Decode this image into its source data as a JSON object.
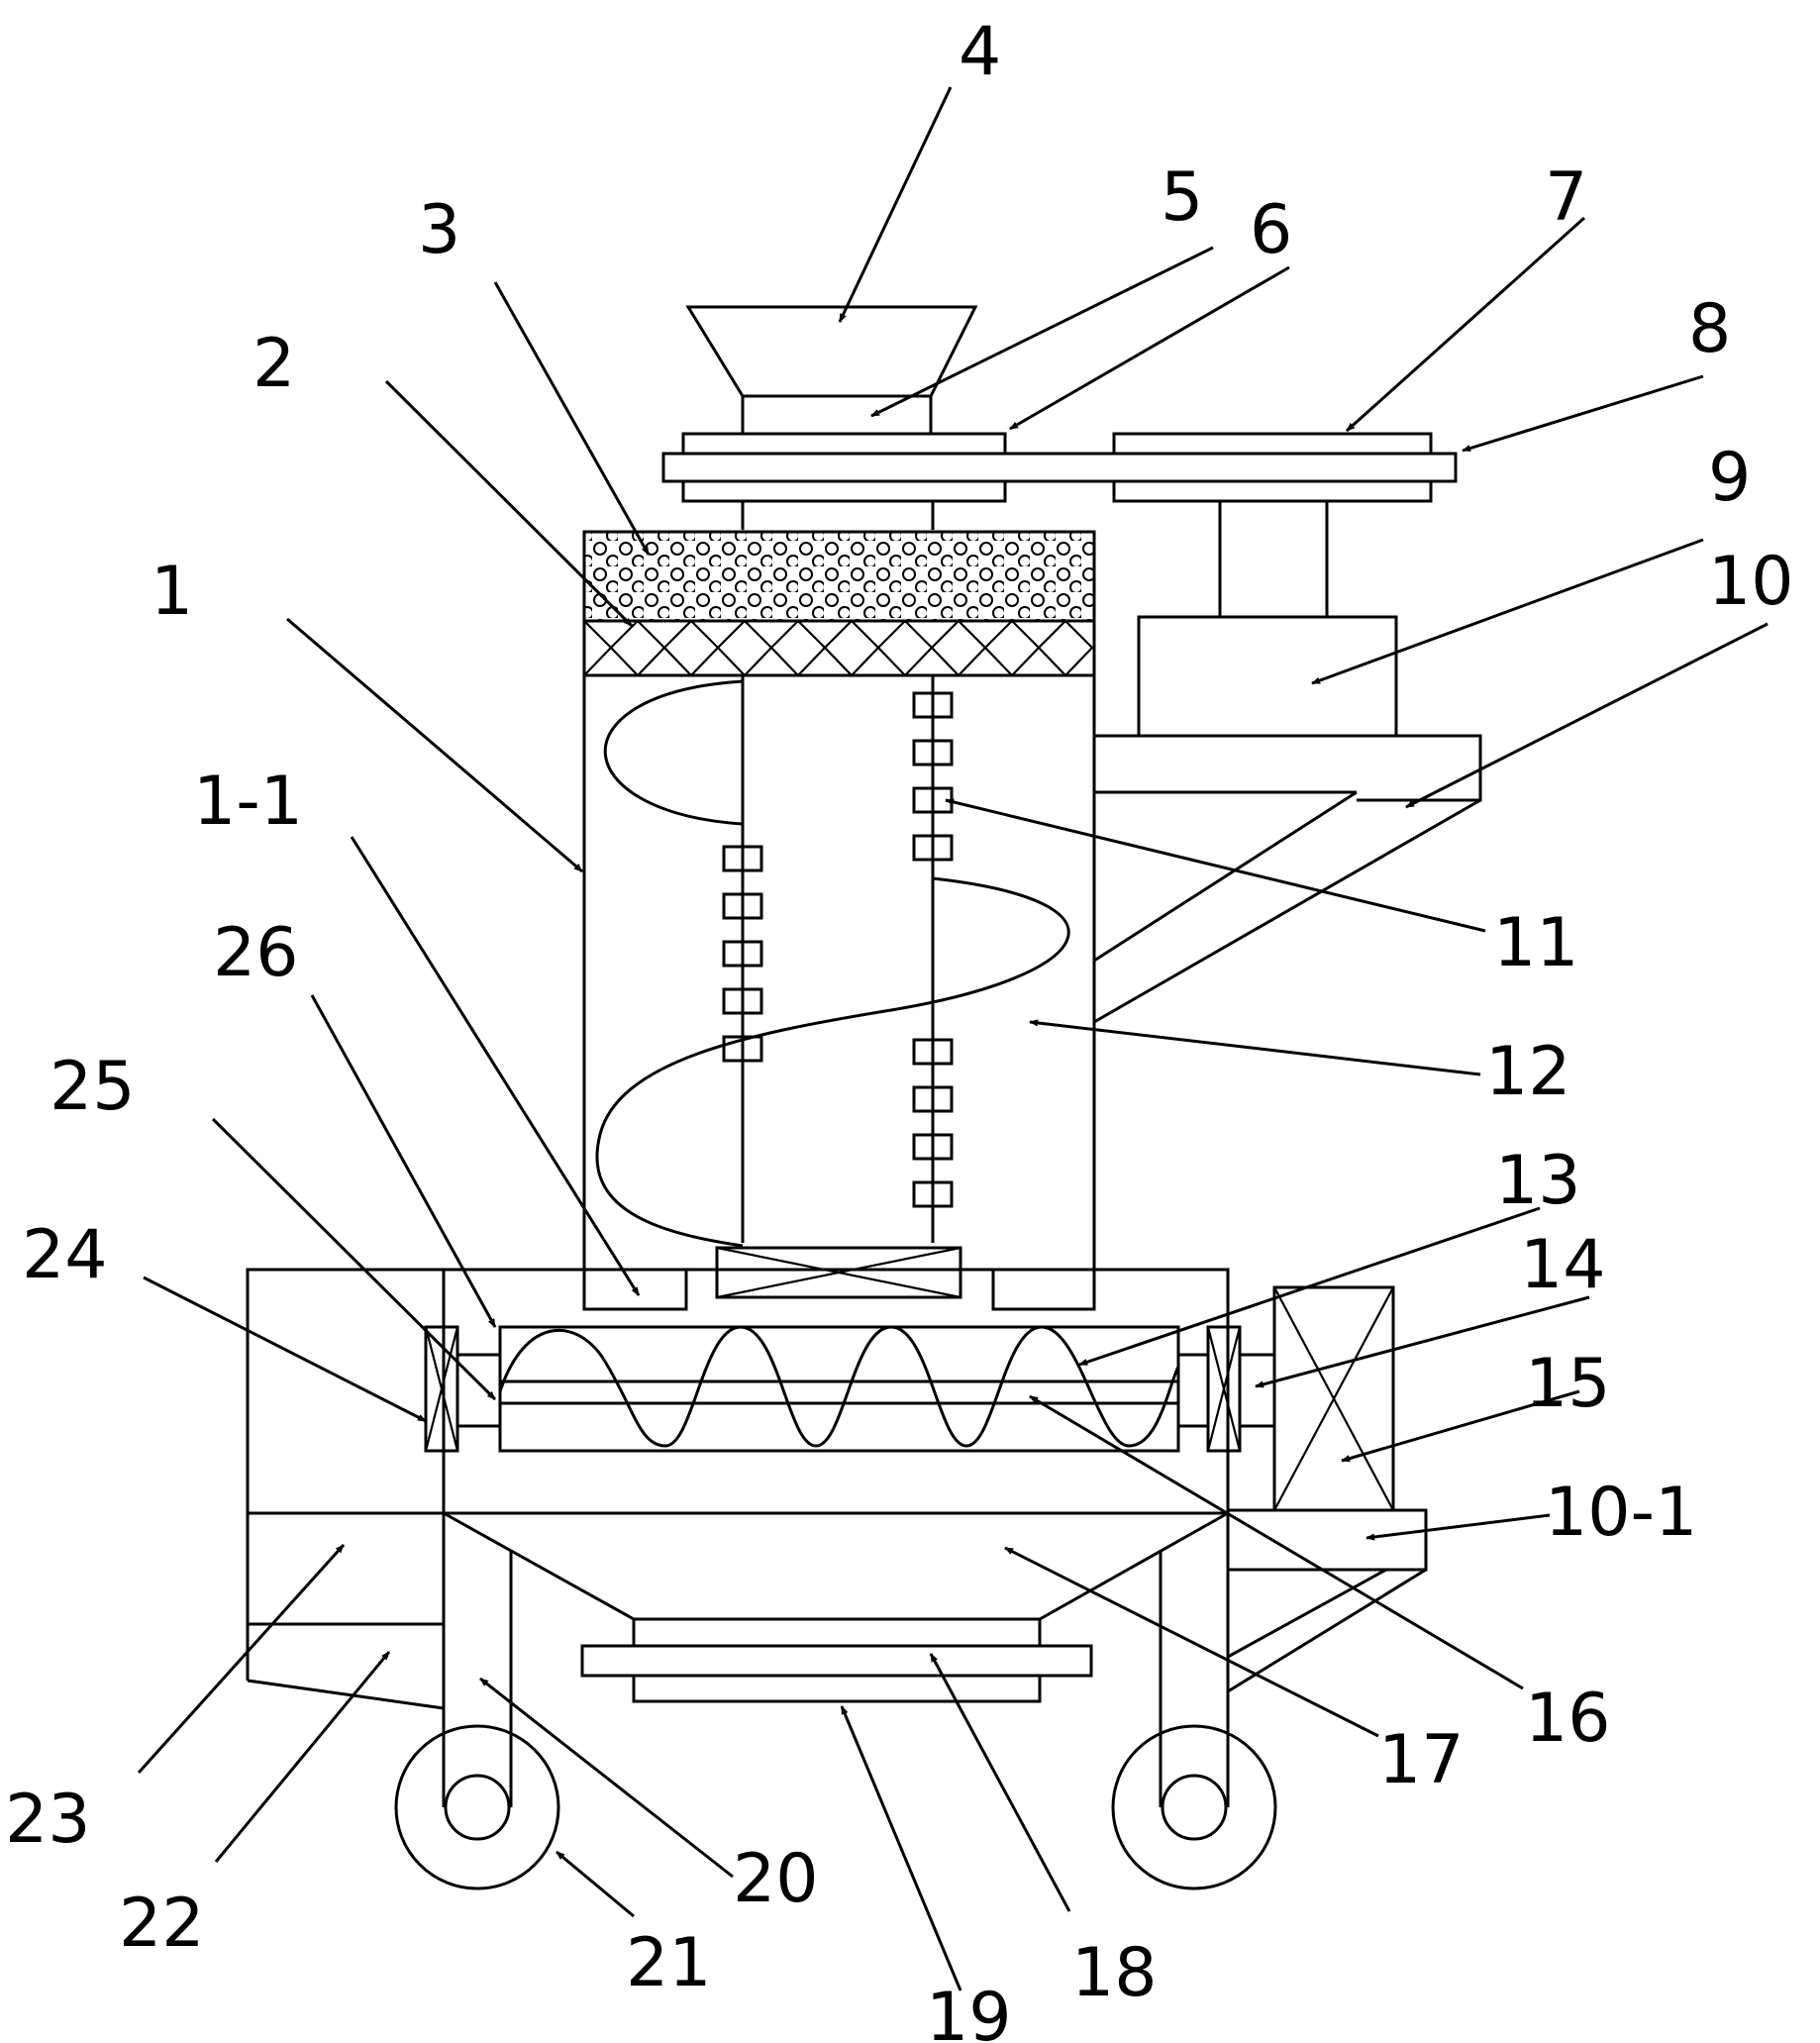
{
  "labels": {
    "l1": "1",
    "l1_1": "1-1",
    "l2": "2",
    "l3": "3",
    "l4": "4",
    "l5": "5",
    "l6": "6",
    "l7": "7",
    "l8": "8",
    "l9": "9",
    "l10": "10",
    "l10_1": "10-1",
    "l11": "11",
    "l12": "12",
    "l13": "13",
    "l14": "14",
    "l15": "15",
    "l16": "16",
    "l17": "17",
    "l18": "18",
    "l19": "19",
    "l20": "20",
    "l21": "21",
    "l22": "22",
    "l23": "23",
    "l24": "24",
    "l25": "25",
    "l26": "26"
  }
}
